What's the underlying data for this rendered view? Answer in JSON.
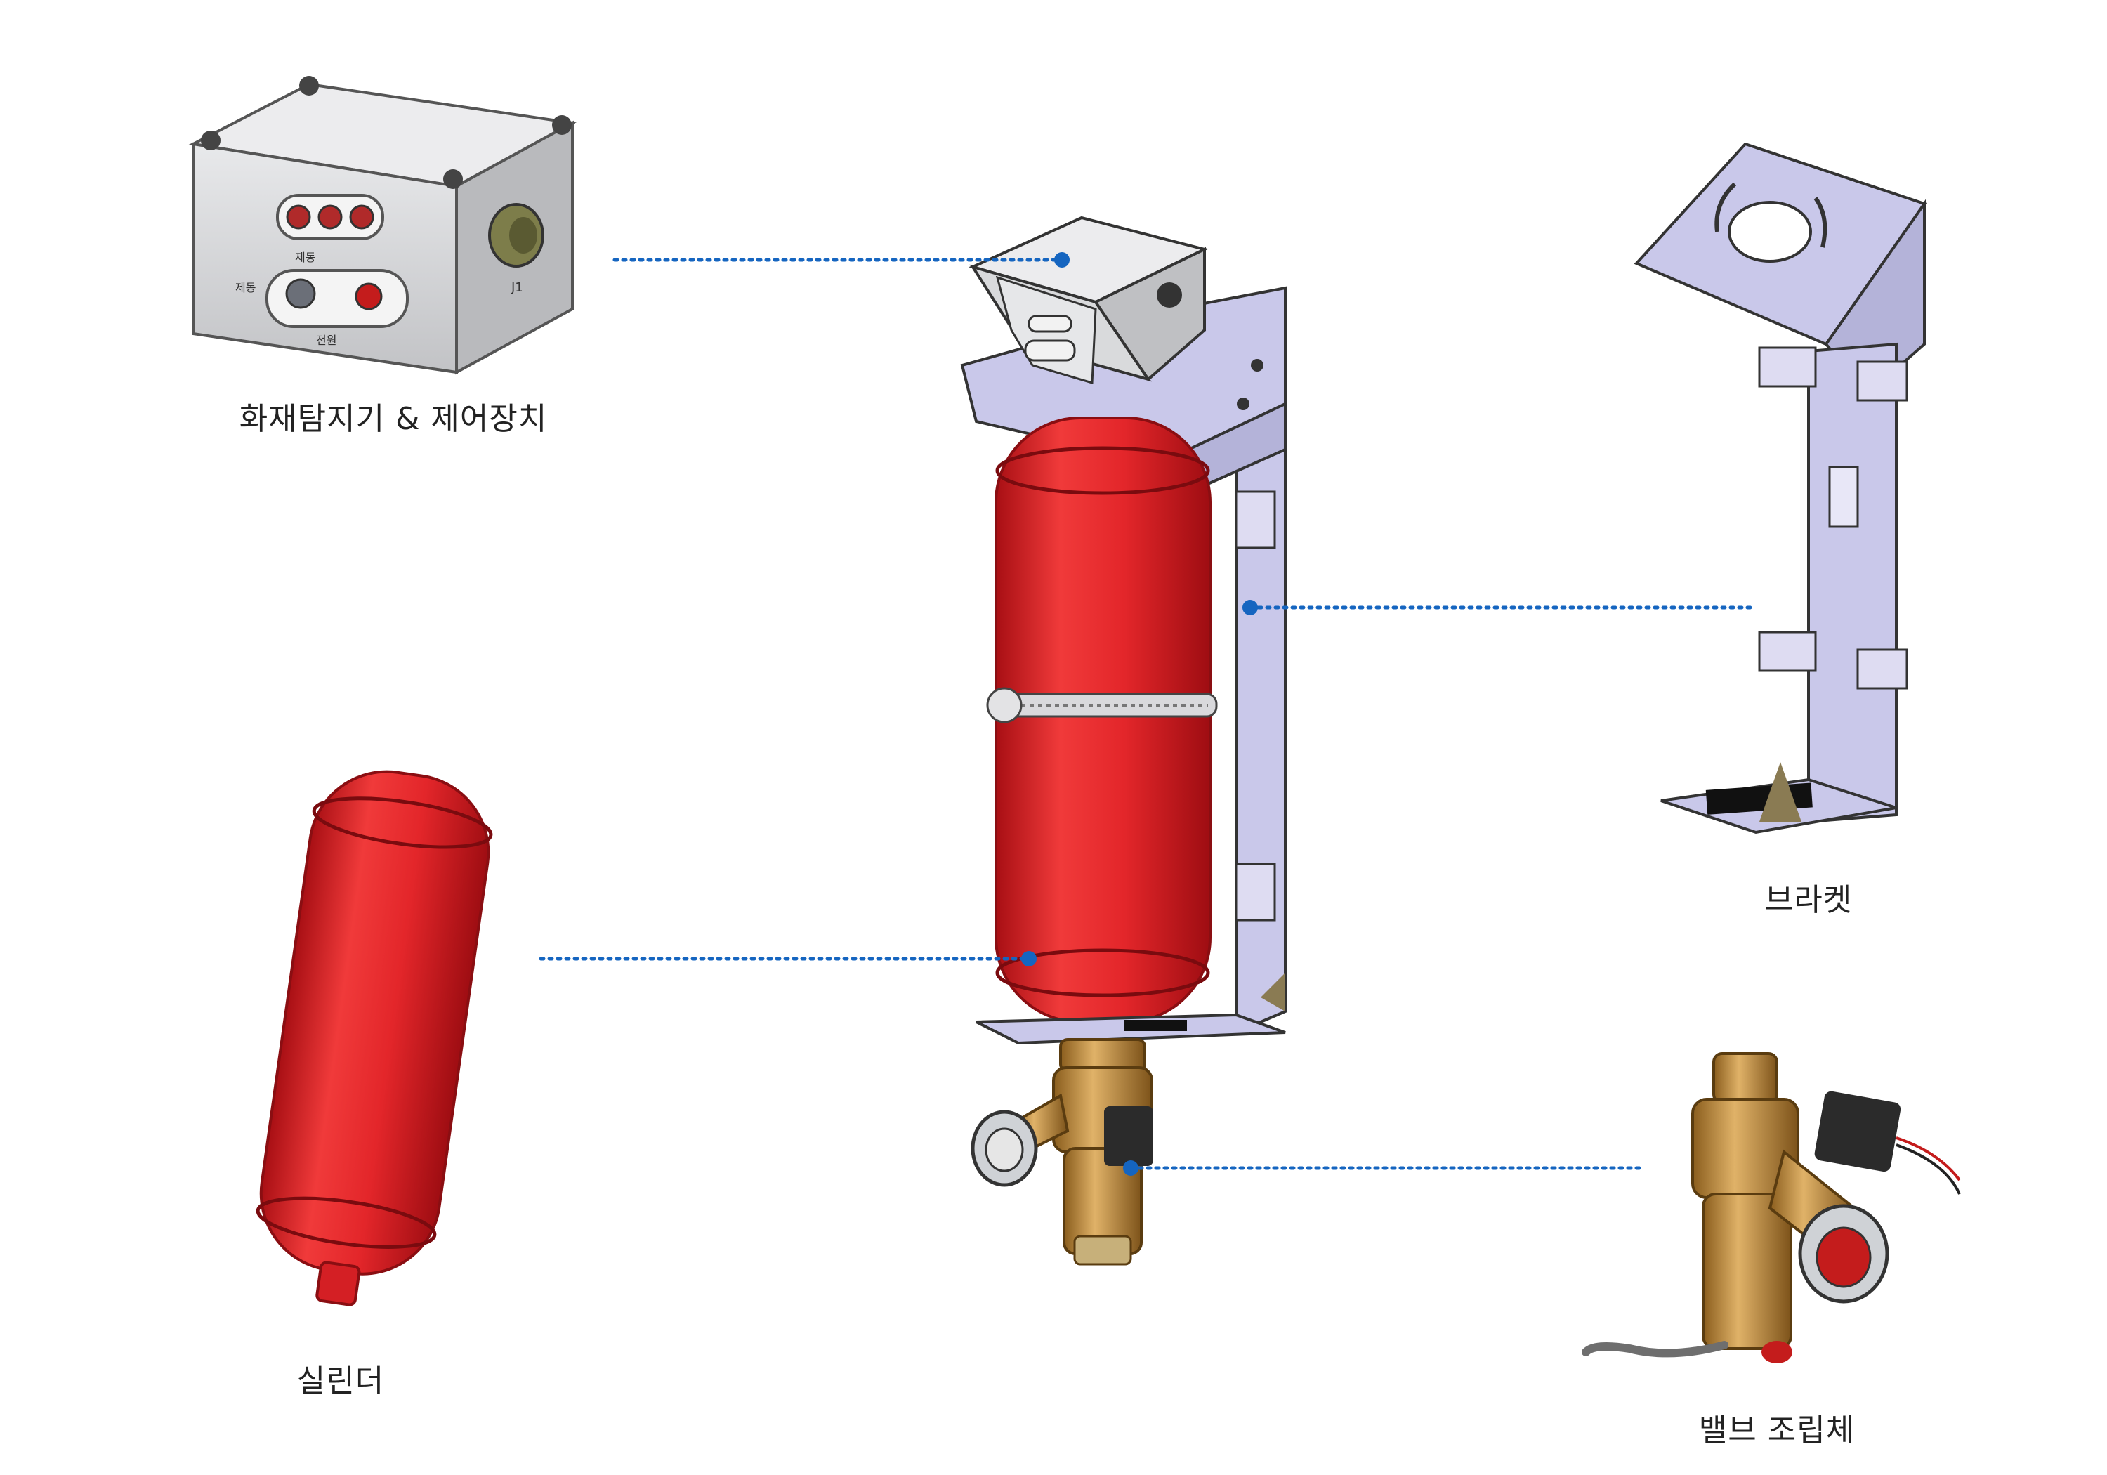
{
  "labels": {
    "detector": "화재탐지기 & 제어장치",
    "bracket": "브라켓",
    "cylinder": "실린더",
    "valve": "밸브 조립체"
  },
  "panel_text": {
    "top": "제동",
    "left": "제동",
    "bottom": "전원",
    "connector": "J1"
  },
  "colors": {
    "cylinder_red": "#e3262a",
    "bracket_lavender": "#c9c8ea",
    "box_grey": "#d9dadc",
    "brass": "#c8953f",
    "leader_blue": "#1565c0"
  }
}
